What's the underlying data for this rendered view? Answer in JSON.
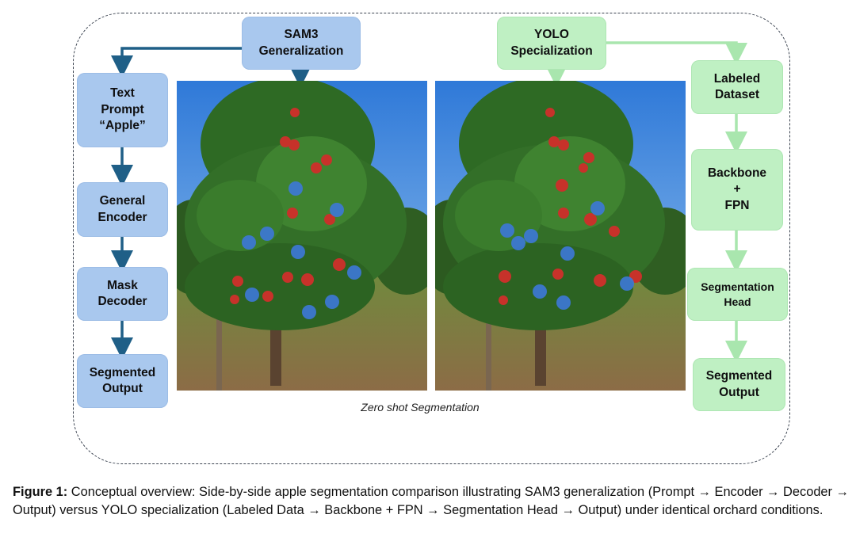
{
  "diagram": {
    "sam3": {
      "header": "SAM3\nGeneralization",
      "steps": [
        "Text\nPrompt\n“Apple”",
        "General\nEncoder",
        "Mask\nDecoder",
        "Segmented\nOutput"
      ],
      "color": "#a9c8ee",
      "arrow_color": "#1f5f87"
    },
    "yolo": {
      "header": "YOLO\nSpecialization",
      "steps": [
        "Labeled\nDataset",
        "Backbone\n+\nFPN",
        "Segmentation\nHead",
        "Segmented\nOutput"
      ],
      "color": "#bff0c3",
      "arrow_color": "#a9e6ae"
    },
    "images_label": "Zero shot Segmentation",
    "images": [
      {
        "subject": "apple-tree-orchard-photo",
        "mask_color": "#3d78d8"
      },
      {
        "subject": "apple-tree-orchard-photo",
        "mask_color": "#3d78d8"
      }
    ]
  },
  "caption": {
    "label": "Figure 1:",
    "text": " Conceptual overview: Side-by-side apple segmentation comparison illustrating SAM3 generalization (Prompt → Encoder → Decoder → Output) versus YOLO specialization (Labeled Data → Backbone + FPN → Segmentation Head → Output) under identical orchard conditions."
  }
}
